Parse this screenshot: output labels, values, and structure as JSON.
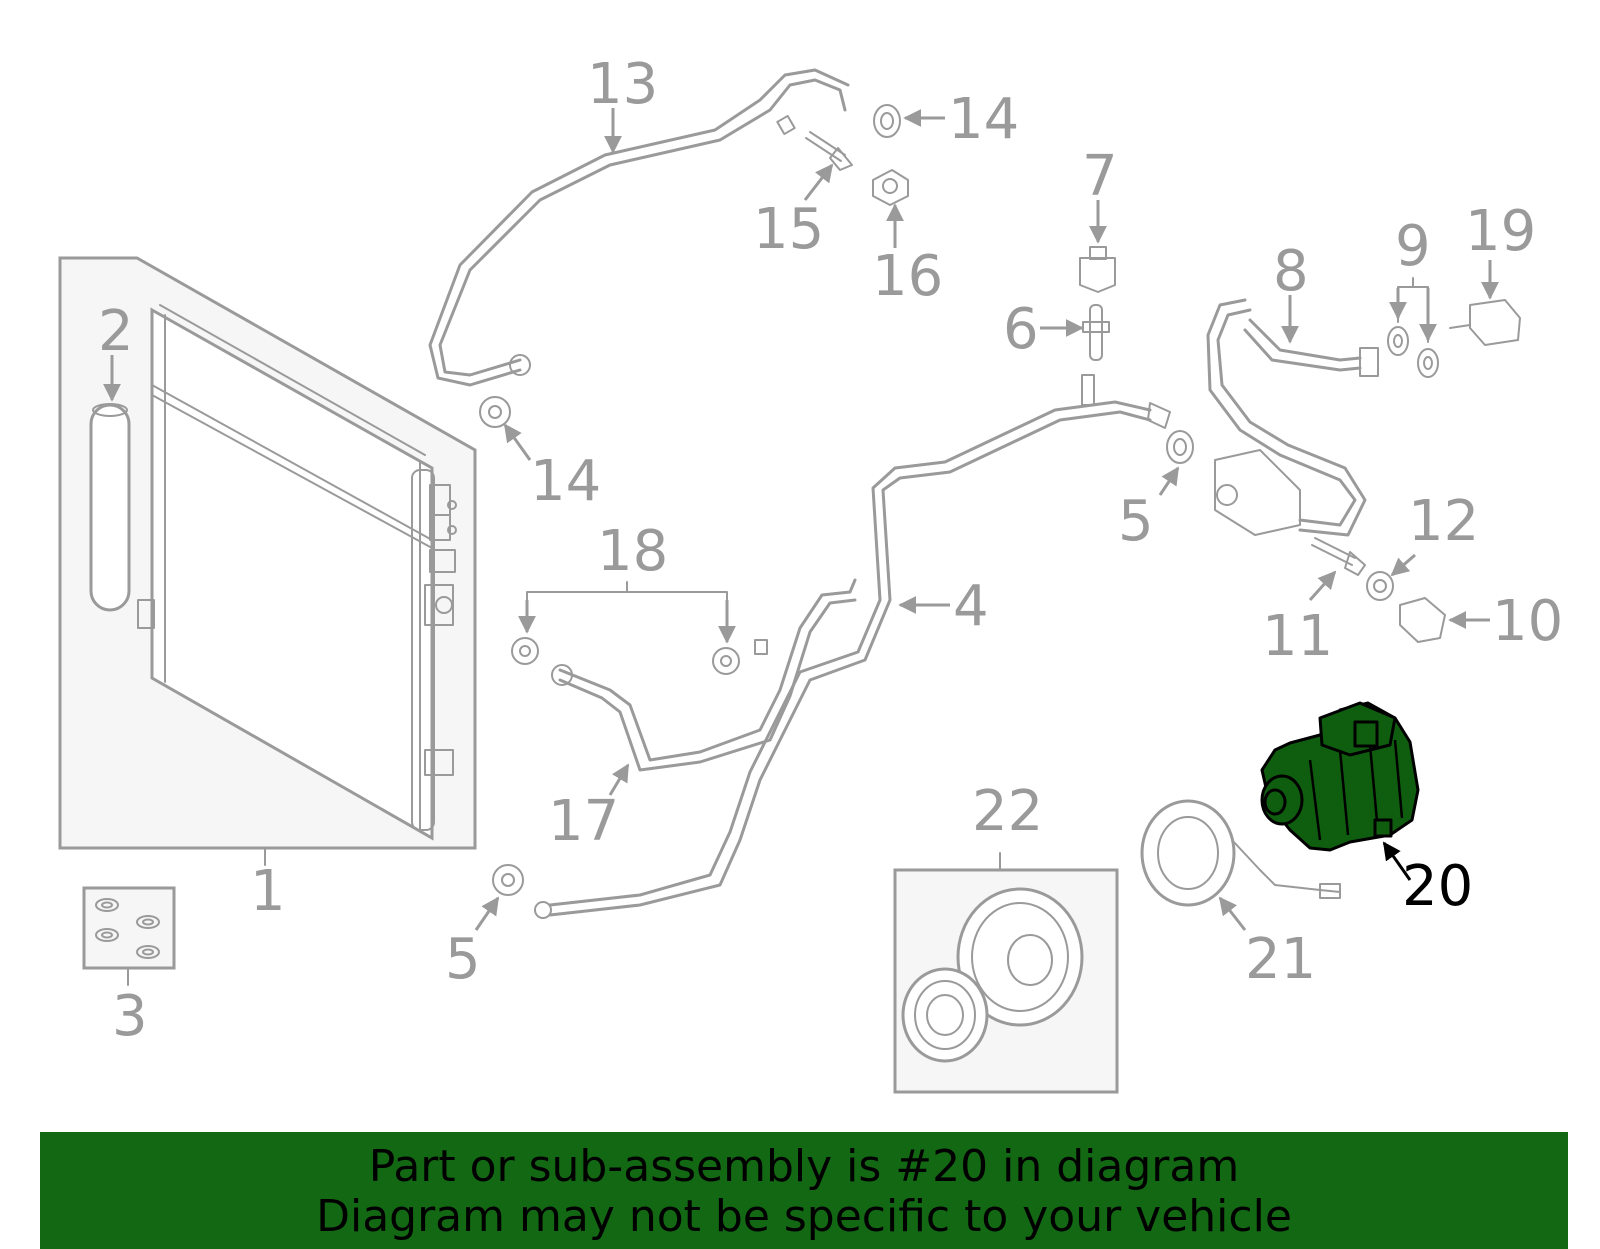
{
  "callouts": {
    "c1": "1",
    "c2": "2",
    "c3": "3",
    "c4": "4",
    "c5a": "5",
    "c5b": "5",
    "c6": "6",
    "c7": "7",
    "c8": "8",
    "c9": "9",
    "c10": "10",
    "c11": "11",
    "c12": "12",
    "c13": "13",
    "c14a": "14",
    "c14b": "14",
    "c15": "15",
    "c16": "16",
    "c17": "17",
    "c18": "18",
    "c19": "19",
    "c20": "20",
    "c21": "21",
    "c22": "22"
  },
  "highlighted_part": "20",
  "colors": {
    "highlight": "#0f5e0f",
    "banner": "#136813",
    "line": "#9a9a9a"
  },
  "banner": {
    "line1": "Part or sub-assembly is #20 in diagram",
    "line2": "Diagram may not be specific to your vehicle"
  }
}
